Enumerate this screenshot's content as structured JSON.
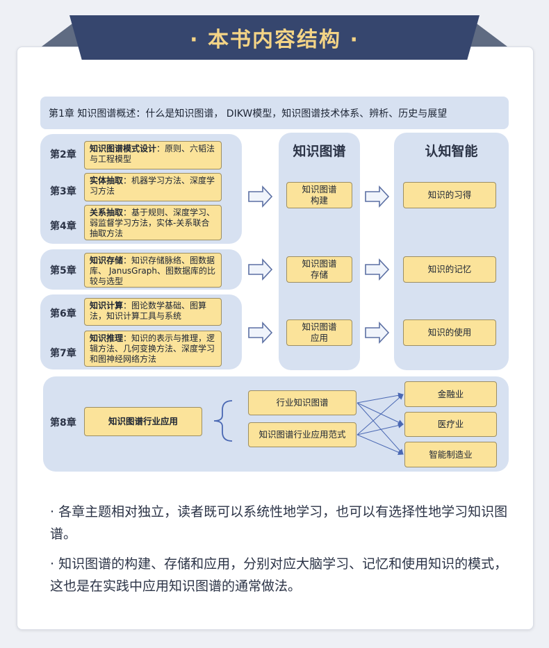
{
  "header": {
    "title": "· 本书内容结构 ·"
  },
  "chapter1": "第1章  知识图谱概述：什么是知识图谱， DIKW模型，知识图谱技术体系、辨析、历史与展望",
  "chapters": [
    {
      "label": "第2章",
      "title": "知识图谱模式设计",
      "desc": "：原则、六韬法与工程模型"
    },
    {
      "label": "第3章",
      "title": "实体抽取",
      "desc": "：机器学习方法、深度学习方法"
    },
    {
      "label": "第4章",
      "title": "关系抽取",
      "desc": "：基于规则、深度学习、弱监督学习方法，实体-关系联合抽取方法"
    },
    {
      "label": "第5章",
      "title": "知识存储",
      "desc": "：知识存储脉络、图数据库、 JanusGraph、图数据库的比较与选型"
    },
    {
      "label": "第6章",
      "title": "知识计算",
      "desc": "：图论数学基础、图算法，知识计算工具与系统"
    },
    {
      "label": "第7章",
      "title": "知识推理",
      "desc": "：知识的表示与推理，逻辑方法、几何变换方法、深度学习和图神经网络方法"
    }
  ],
  "column_kg": {
    "title": "知识图谱",
    "items": [
      "知识图谱\n构建",
      "知识图谱\n存储",
      "知识图谱\n应用"
    ]
  },
  "column_cog": {
    "title": "认知智能",
    "items": [
      "知识的习得",
      "知识的记忆",
      "知识的使用"
    ]
  },
  "chapter8": {
    "label": "第8章",
    "title": "知识图谱行业应用",
    "branches": [
      "行业知识图谱",
      "知识图谱行业应用范式"
    ],
    "industries": [
      "金融业",
      "医疗业",
      "智能制造业"
    ]
  },
  "notes": [
    "· 各章主题相对独立，读者既可以系统性地学习，也可以有选择性地学习知识图谱。",
    "· 知识图谱的构建、存储和应用，分别对应大脑学习、记忆和使用知识的模式，这也是在实践中应用知识图谱的通常做法。"
  ],
  "colors": {
    "ribbon": "#36466e",
    "title_text": "#f4d486",
    "panel": "#d7e1f1",
    "box": "#fbe39a",
    "arrow_fill": "#f0f4fb",
    "arrow_stroke": "#5b6fa3"
  }
}
